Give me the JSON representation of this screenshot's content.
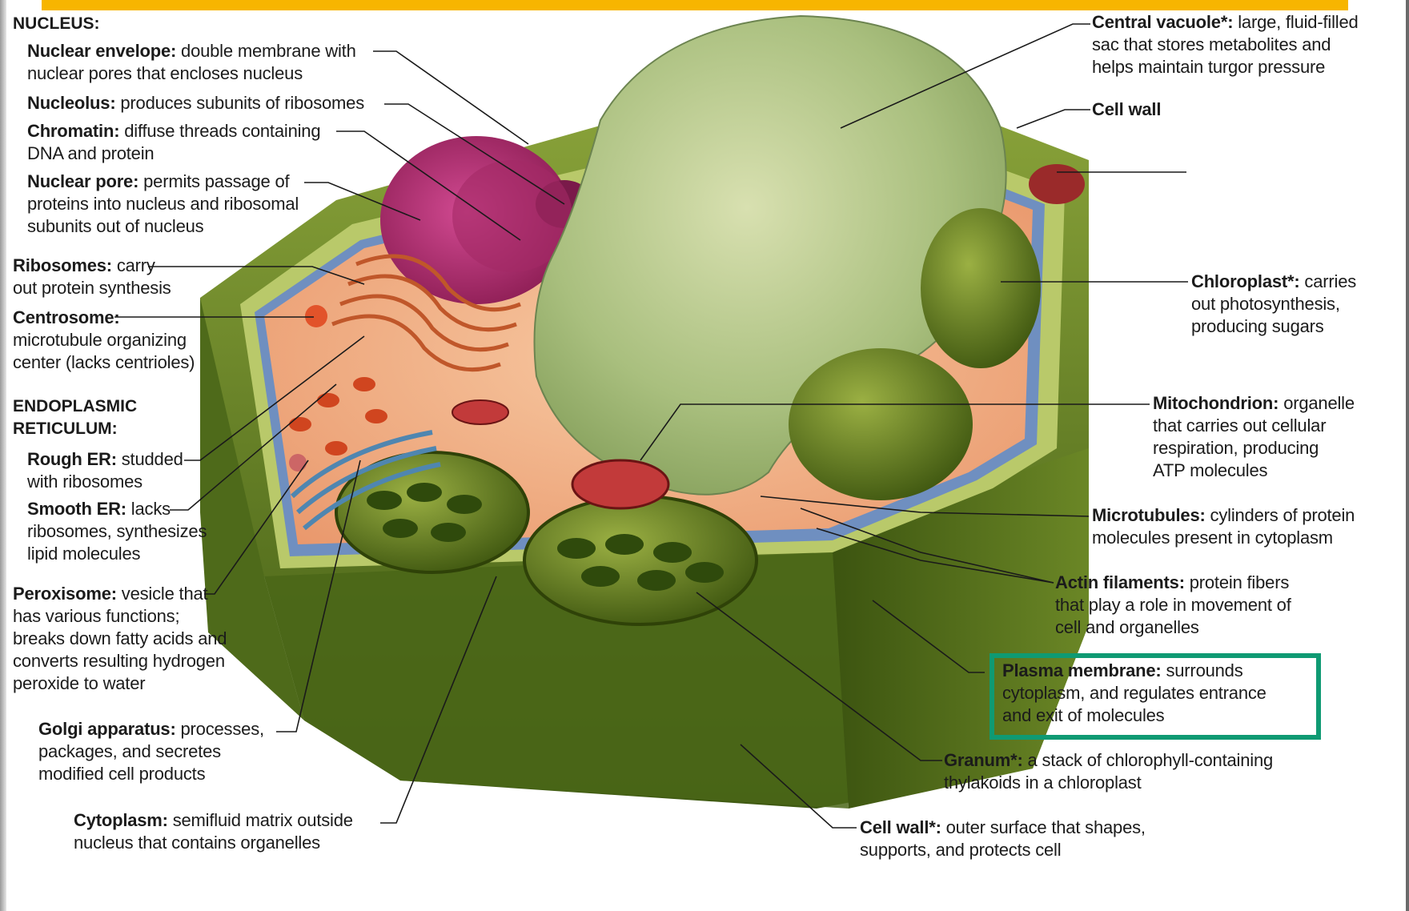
{
  "nucleus_header": "NUCLEUS:",
  "er_header": [
    "ENDOPLASMIC",
    "RETICULUM:"
  ],
  "labels": {
    "nuclear_envelope": {
      "term": "Nuclear envelope:",
      "lines": [
        " double membrane with",
        "nuclear pores that encloses nucleus"
      ]
    },
    "nucleolus": {
      "term": "Nucleolus:",
      "lines": [
        " produces subunits of ribosomes"
      ]
    },
    "chromatin": {
      "term": "Chromatin:",
      "lines": [
        " diffuse threads containing",
        "DNA and protein"
      ]
    },
    "nuclear_pore": {
      "term": "Nuclear pore:",
      "lines": [
        " permits passage of",
        "proteins into nucleus and ribosomal",
        "subunits out of nucleus"
      ]
    },
    "ribosomes": {
      "term": "Ribosomes:",
      "lines": [
        " carry",
        "out protein synthesis"
      ]
    },
    "centrosome": {
      "term": "Centrosome:",
      "lines": [
        "",
        "microtubule organizing",
        "center (lacks centrioles)"
      ]
    },
    "rough_er": {
      "term": "Rough ER:",
      "lines": [
        " studded",
        "with ribosomes"
      ]
    },
    "smooth_er": {
      "term": "Smooth ER:",
      "lines": [
        " lacks",
        "ribosomes, synthesizes",
        "lipid molecules"
      ]
    },
    "peroxisome": {
      "term": "Peroxisome:",
      "lines": [
        " vesicle that",
        "has various functions;",
        "breaks down fatty acids and",
        "converts resulting hydrogen",
        "peroxide to water"
      ]
    },
    "golgi": {
      "term": "Golgi apparatus:",
      "lines": [
        " processes,",
        "packages, and secretes",
        "modified cell products"
      ]
    },
    "cytoplasm": {
      "term": "Cytoplasm:",
      "lines": [
        " semifluid matrix outside",
        "nucleus that contains organelles"
      ]
    },
    "central_vacuole": {
      "term": "Central vacuole*:",
      "lines": [
        " large, fluid-filled",
        "sac that stores metabolites and",
        "helps maintain turgor pressure"
      ]
    },
    "cell_wall_top": {
      "term": "Cell wall",
      "lines": [
        ""
      ]
    },
    "chloroplast": {
      "term": "Chloroplast*:",
      "lines": [
        " carries",
        "out photosynthesis,",
        "producing sugars"
      ]
    },
    "mitochondrion": {
      "term": "Mitochondrion:",
      "lines": [
        " organelle",
        "that carries out cellular",
        "respiration, producing",
        "ATP molecules"
      ]
    },
    "microtubules": {
      "term": "Microtubules:",
      "lines": [
        " cylinders of protein",
        "molecules present in cytoplasm"
      ]
    },
    "actin": {
      "term": "Actin filaments:",
      "lines": [
        " protein fibers",
        "that play a role in movement of",
        "cell and organelles"
      ]
    },
    "plasma_membrane": {
      "term": "Plasma membrane:",
      "lines": [
        " surrounds",
        "cytoplasm, and regulates entrance",
        "and exit of molecules"
      ]
    },
    "granum": {
      "term": "Granum*:",
      "lines": [
        " a stack of chlorophyll-containing",
        "thylakoids in a chloroplast"
      ]
    },
    "cell_wall_bottom": {
      "term": "Cell wall*:",
      "lines": [
        " outer surface that shapes,",
        "supports, and protects cell"
      ]
    }
  },
  "colors": {
    "highlight_border": "#0f9a73",
    "top_bar": "#f7b500",
    "cell_wall_green": "#5f7a1c",
    "vacuole": "#a9c27a",
    "nucleus": "#b0306f"
  }
}
